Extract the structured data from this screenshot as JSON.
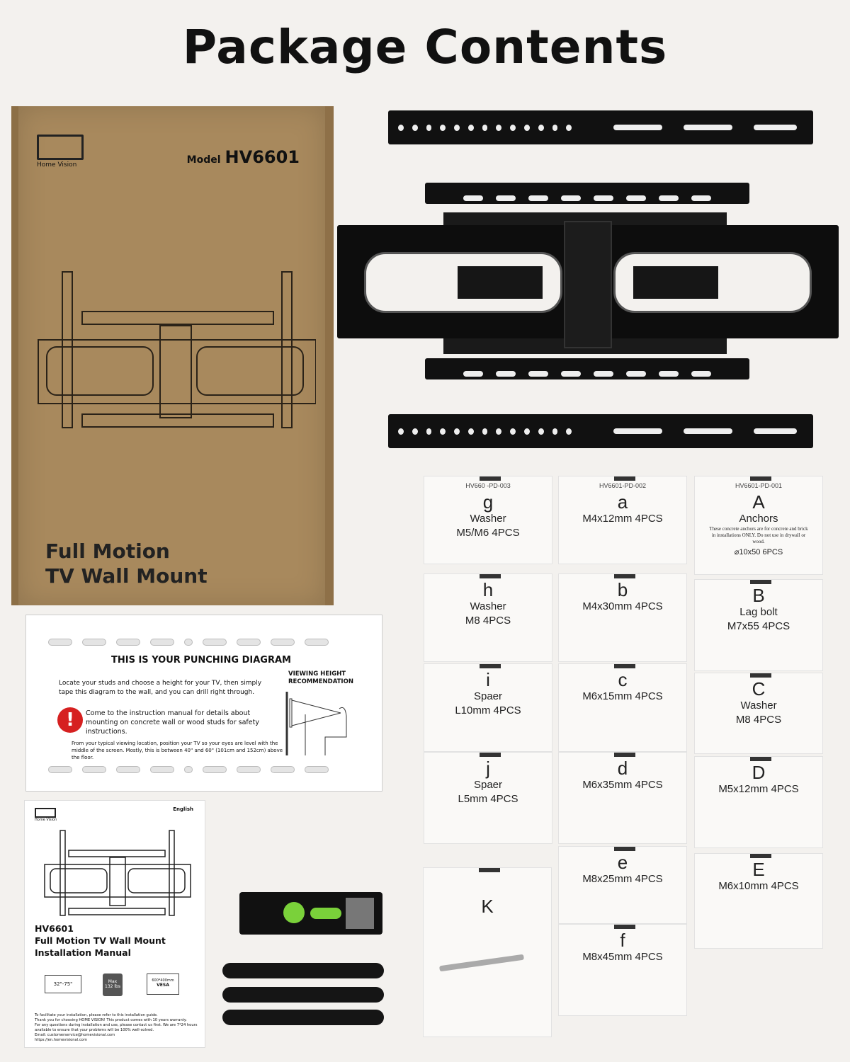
{
  "title": "Package Contents",
  "box": {
    "brand": "Home Vision",
    "model_label": "Model",
    "model": "HV6601",
    "tagline": [
      "Full Motion",
      "TV Wall  Mount"
    ]
  },
  "punching_diagram": {
    "heading": "THIS IS YOUR PUNCHING DIAGRAM",
    "intro": "Locate your studs and choose a height for your TV, then simply tape this diagram to the wall, and you can drill right through.",
    "warning_icon": "exclamation-icon",
    "warning": "Come to the instruction manual for details about mounting on concrete wall or wood studs for safety instructions.",
    "note": "From your typical viewing location, position your TV so your eyes are level with the middle of the screen. Mostly, this is between 40\"  and 60\"  (101cm and 152cm) above the floor.",
    "viewing_heading": "VIEWING HEIGHT RECOMMENDATION"
  },
  "manual": {
    "language": "English",
    "brand": "Home Vision",
    "model": "HV6601",
    "title": "Full Motion TV Wall Mount",
    "subtitle": "Installation Manual",
    "spec_size": "32\"-75\"",
    "spec_weight_label": "Max",
    "spec_weight": "132 lbs",
    "spec_vesa": "600*400mm",
    "spec_vesa_label": "VESA",
    "fine_print": [
      "To facilitate your installation, please refer to this installation guide.",
      "Thank you for choosing HOME VISION! This product comes with 10 years warranty.",
      "For any questions during installation and use, please contact us first. We are 7*24 hours available to ensure that your problems will be 100% well-solved.",
      "Email: customerservice@homevisional.com",
      "https://en.homevisional.com"
    ]
  },
  "bags": [
    {
      "code": "HV660 -PD-003",
      "letter": "g",
      "lines": [
        "Washer",
        "M5/M6  4PCS"
      ]
    },
    {
      "code": "",
      "letter": "h",
      "lines": [
        "Washer",
        "M8  4PCS"
      ]
    },
    {
      "code": "",
      "letter": "i",
      "lines": [
        "Spaer",
        "L10mm  4PCS"
      ]
    },
    {
      "code": "",
      "letter": "j",
      "lines": [
        "Spaer",
        "L5mm  4PCS"
      ]
    },
    {
      "code": "HV6601-PD-002",
      "letter": "a",
      "lines": [
        "M4x12mm  4PCS"
      ]
    },
    {
      "code": "",
      "letter": "b",
      "lines": [
        "M4x30mm  4PCS"
      ]
    },
    {
      "code": "",
      "letter": "c",
      "lines": [
        "M6x15mm  4PCS"
      ]
    },
    {
      "code": "",
      "letter": "d",
      "lines": [
        "M6x35mm  4PCS"
      ]
    },
    {
      "code": "",
      "letter": "e",
      "lines": [
        "M8x25mm  4PCS"
      ]
    },
    {
      "code": "",
      "letter": "f",
      "lines": [
        "M8x45mm  4PCS"
      ]
    },
    {
      "code": "HV6601-PD-001",
      "letter": "A",
      "lines": [
        "Anchors"
      ],
      "warning": "These concrete anchors are for concrete and brick in installations ONLY. Do not use in drywall or wood.",
      "spec": "⌀10x50  6PCS"
    },
    {
      "code": "",
      "letter": "B",
      "lines": [
        "Lag  bolt",
        "M7x55  4PCS"
      ]
    },
    {
      "code": "",
      "letter": "C",
      "lines": [
        "Washer",
        "M8  4PCS"
      ]
    },
    {
      "code": "",
      "letter": "D",
      "lines": [
        "M5x12mm  4PCS"
      ]
    },
    {
      "code": "",
      "letter": "E",
      "lines": [
        "M6x10mm  4PCS"
      ]
    },
    {
      "code": "",
      "letter": "K",
      "lines": []
    }
  ]
}
